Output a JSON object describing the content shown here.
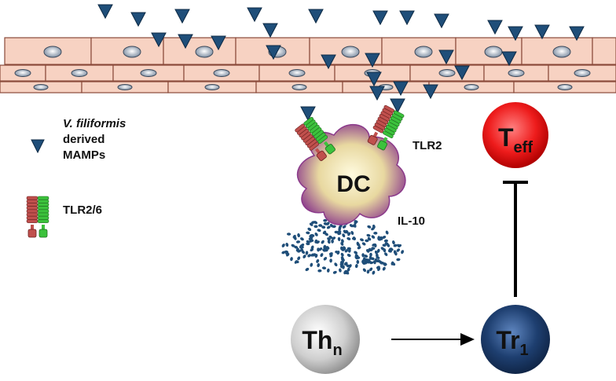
{
  "legend": {
    "mamps_line1": "V. filiformis",
    "mamps_line2": "derived",
    "mamps_line3": "MAMPs",
    "receptor": "TLR2/6"
  },
  "labels": {
    "tlr2": "TLR2",
    "dc": "DC",
    "il10": "IL-10",
    "teff_main": "T",
    "teff_sub": "eff",
    "tr1_main": "Tr",
    "tr1_sub": "1",
    "thn_main": "Th",
    "thn_sub": "n"
  },
  "colors": {
    "mamp": "#1f4e79",
    "epithelium_fill": "#f7d2c2",
    "epithelium_stroke": "#8a4a3a",
    "receptor_red": "#c0504d",
    "receptor_green": "#3cc23c",
    "teff": "#ee2a2a",
    "tr1": "#1e3f70",
    "thn": "#c8c8c8",
    "dc_edge": "#8b3a8b",
    "dc_center": "#fff7d0"
  }
}
